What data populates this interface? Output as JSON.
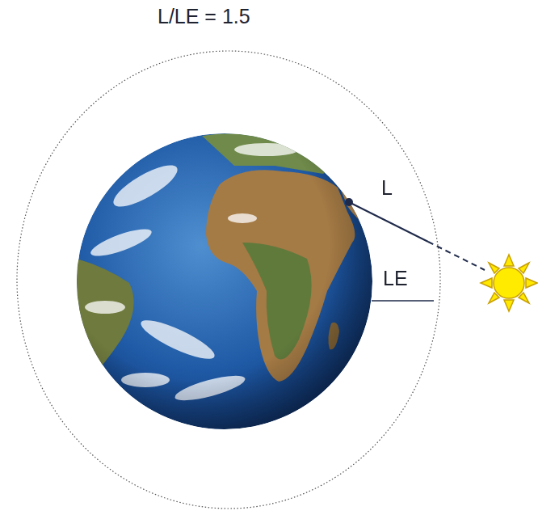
{
  "diagram": {
    "labels": [
      "L/LE = 1.5",
      "L",
      "LE"
    ]
  }
}
